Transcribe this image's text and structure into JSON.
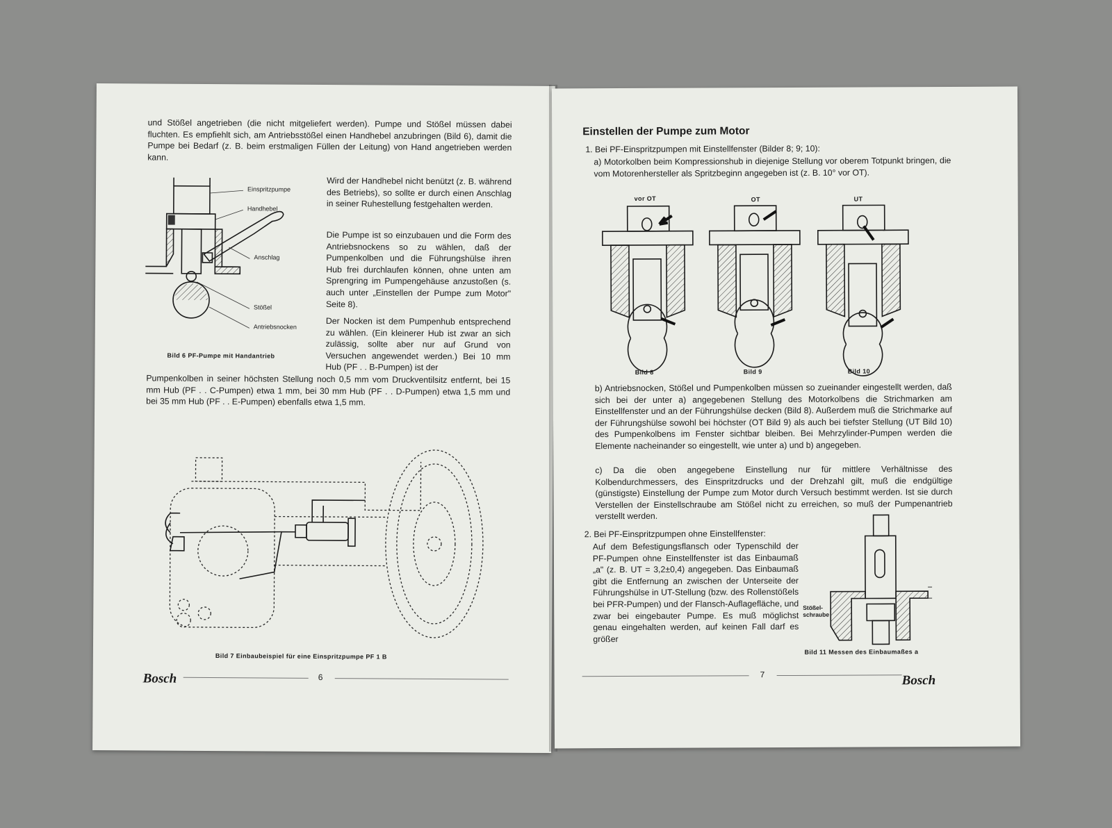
{
  "left_page": {
    "intro_text": "und Stößel angetrieben (die nicht mitgeliefert werden). Pumpe und Stößel müssen dabei fluchten. Es empfiehlt sich, am Antriebsstößel einen Handhebel anzubringen (Bild 6), damit die Pumpe bei Bedarf (z. B. beim erstmaligen Füllen der Leitung) von Hand angetrieben werden kann.",
    "para_handhebel": "Wird der Handhebel nicht benützt (z. B. während des Betriebs), so sollte er durch einen Anschlag in seiner Ruhestellung festgehalten werden.",
    "para_einbau": "Die Pumpe ist so einzubauen und die Form des Antriebsnockens so zu wählen, daß der Pumpenkolben und die Führungshülse ihren Hub frei durchlaufen können, ohne unten am Sprengring im Pumpengehäuse anzustoßen (s. auch unter „Einstellen der Pumpe zum Motor\" Seite 8).",
    "para_nocken": "Der Nocken ist dem Pumpenhub entsprechend zu wählen. (Ein kleinerer Hub ist zwar an sich zulässig, sollte aber nur auf Grund von Versuchen angewendet werden.) Bei 10 mm Hub (PF . . B-Pumpen) ist der",
    "para_nocken_cont": "Pumpenkolben in seiner höchsten Stellung noch 0,5 mm vom Druckventilsitz entfernt, bei 15 mm Hub (PF . . C-Pumpen) etwa 1 mm, bei 30 mm Hub (PF . . D-Pumpen) etwa 1,5 mm und bei 35 mm Hub (PF . . E-Pumpen) ebenfalls etwa 1,5 mm.",
    "fig6_labels": {
      "einspritzpumpe": "Einspritzpumpe",
      "handhebel": "Handhebel",
      "anschlag": "Anschlag",
      "stoessel": "Stößel",
      "antriebsnocken": "Antriebsnocken"
    },
    "fig6_caption": "Bild 6 PF-Pumpe mit Handantrieb",
    "fig7_caption": "Bild 7 Einbaubeispiel für eine Einspritzpumpe PF 1 B",
    "page_number": "6",
    "logo": "Bosch"
  },
  "right_page": {
    "heading": "Einstellen der Pumpe zum Motor",
    "item1": "1. Bei PF-Einspritzpumpen mit Einstellfenster (Bilder 8; 9; 10):",
    "item1a": "a) Motorkolben beim Kompressionshub in diejenige Stellung vor oberem Totpunkt bringen, die vom Motorenhersteller als Spritzbeginn angegeben ist (z. B. 10° vor OT).",
    "fig_top_labels": [
      "vor OT",
      "OT",
      "UT"
    ],
    "fig_captions": [
      "Bild 8",
      "Bild 9",
      "Bild 10"
    ],
    "item1b": "b) Antriebsnocken, Stößel und Pumpenkolben müssen so zueinander eingestellt werden, daß sich bei der unter a) angegebenen Stellung des Motorkolbens die Strichmarken am Einstellfenster und an der Führungshülse decken (Bild 8). Außerdem muß die Strichmarke auf der Führungshülse sowohl bei höchster (OT Bild 9) als auch bei tiefster Stellung (UT Bild 10) des Pumpenkolbens im Fenster sichtbar bleiben. Bei Mehrzylinder-Pumpen werden die Elemente nacheinander so eingestellt, wie unter a) und b) angegeben.",
    "item1c": "c) Da die oben angegebene Einstellung nur für mittlere Verhältnisse des Kolbendurchmessers, des Einspritzdrucks und der Drehzahl gilt, muß die endgültige (günstigste) Einstellung der Pumpe zum Motor durch Versuch bestimmt werden. Ist sie durch Verstellen der Einstellschraube am Stößel nicht zu erreichen, so muß der Pumpenantrieb verstellt werden.",
    "item2_title": "2. Bei PF-Einspritzpumpen ohne Einstellfenster:",
    "item2_text": "Auf dem Befestigungsflansch oder Typenschild der PF-Pumpen ohne Einstellfenster ist das Einbaumaß „a\" (z. B. UT = 3,2±0,4) angegeben. Das Einbaumaß gibt die Entfernung an zwischen der Unterseite der Führungshülse in UT-Stellung (bzw. des Rollenstößels bei PFR-Pumpen) und der Flansch-Auflagefläche, und zwar bei eingebauter Pumpe. Es muß möglichst genau eingehalten werden, auf keinen Fall darf es größer",
    "fig11_label": "Stößel-schraube",
    "fig11_caption": "Bild 11 Messen des Einbaumaßes a",
    "page_number": "7",
    "logo": "Bosch"
  }
}
